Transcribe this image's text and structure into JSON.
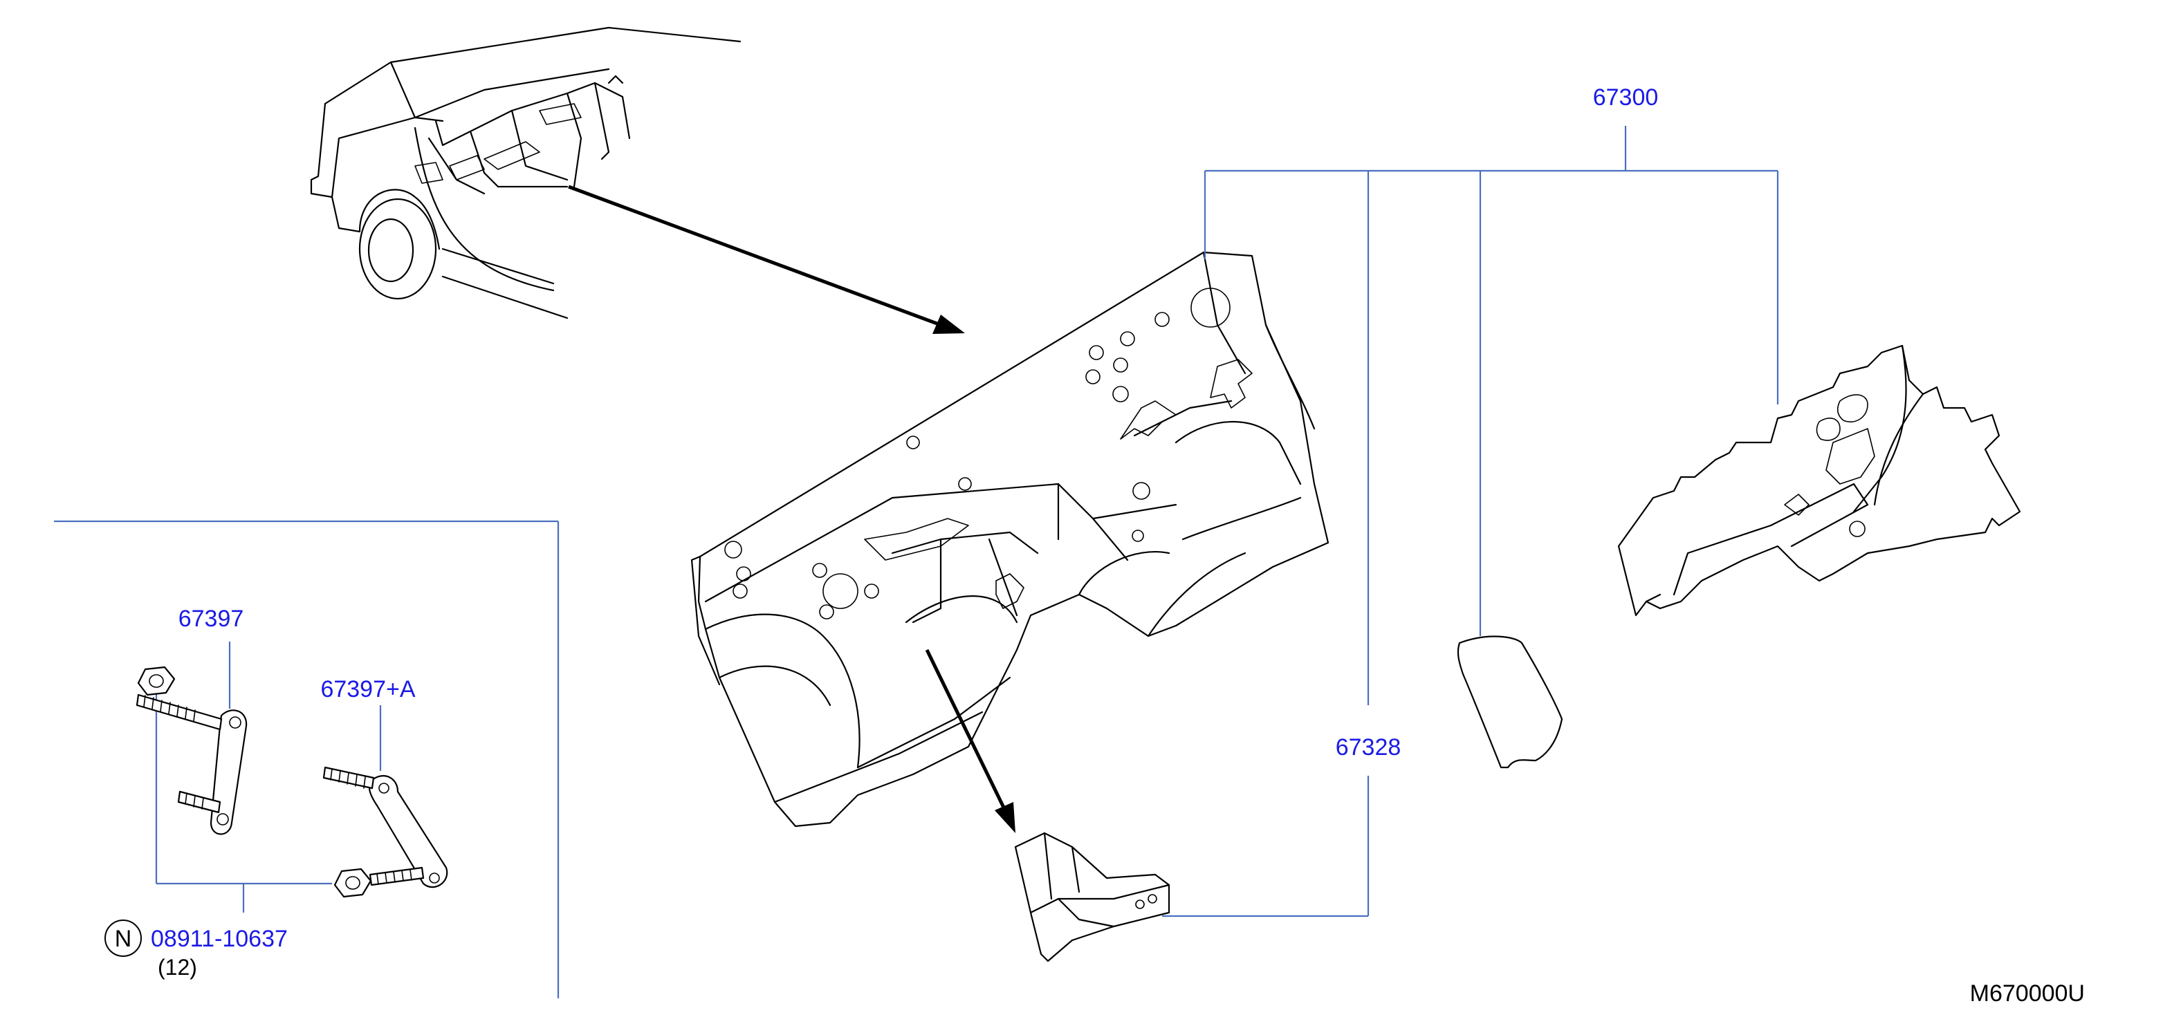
{
  "diagram_id": "M670000U",
  "parts": {
    "dash_insulator_assy": "67300",
    "insulator_bracket": "67328",
    "clip_67397": "67397",
    "clip_67397a": "67397+A",
    "nut_part": "08911-10637",
    "nut_qty": "(12)",
    "nut_marker": "N"
  },
  "colors": {
    "label": "#1a1ae6",
    "leader": "#4a6fc0",
    "ink": "#000000"
  }
}
